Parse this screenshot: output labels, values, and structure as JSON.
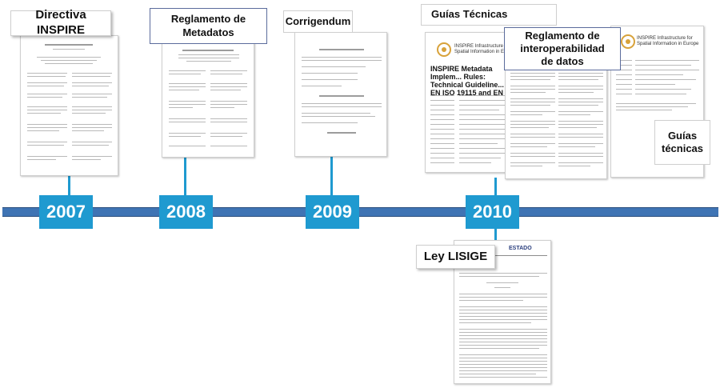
{
  "timeline": {
    "years": [
      "2007",
      "2008",
      "2009",
      "2010"
    ],
    "events": {
      "directiva": "Directiva INSPIRE",
      "reglamento_metadatos": "Reglamento de Metadatos",
      "corrigendum": "Corrigendum",
      "guias_tecnicas_top": "Guías Técnicas",
      "reglamento_interop": "Reglamento de interoperabilidad de datos",
      "guias_tecnicas_side": "Guías técnicas",
      "ley_lisige": "Ley LISIGE"
    }
  },
  "documents": {
    "guia_title": "INSPIRE Metadata Implem... Rules: Technical Guideline... on EN ISO 19115 and EN IS...",
    "guia_org": "INSPIRE Infrastructure for Spatial Information in Europe",
    "interop_org": "INSPIRE Infrastructure for Spatial Information in Europe",
    "boe_header": "ESTADO"
  },
  "colors": {
    "timeline_bar": "#3f74b4",
    "year_box": "#1f9ad0",
    "label_border": "#5b6c9c"
  }
}
